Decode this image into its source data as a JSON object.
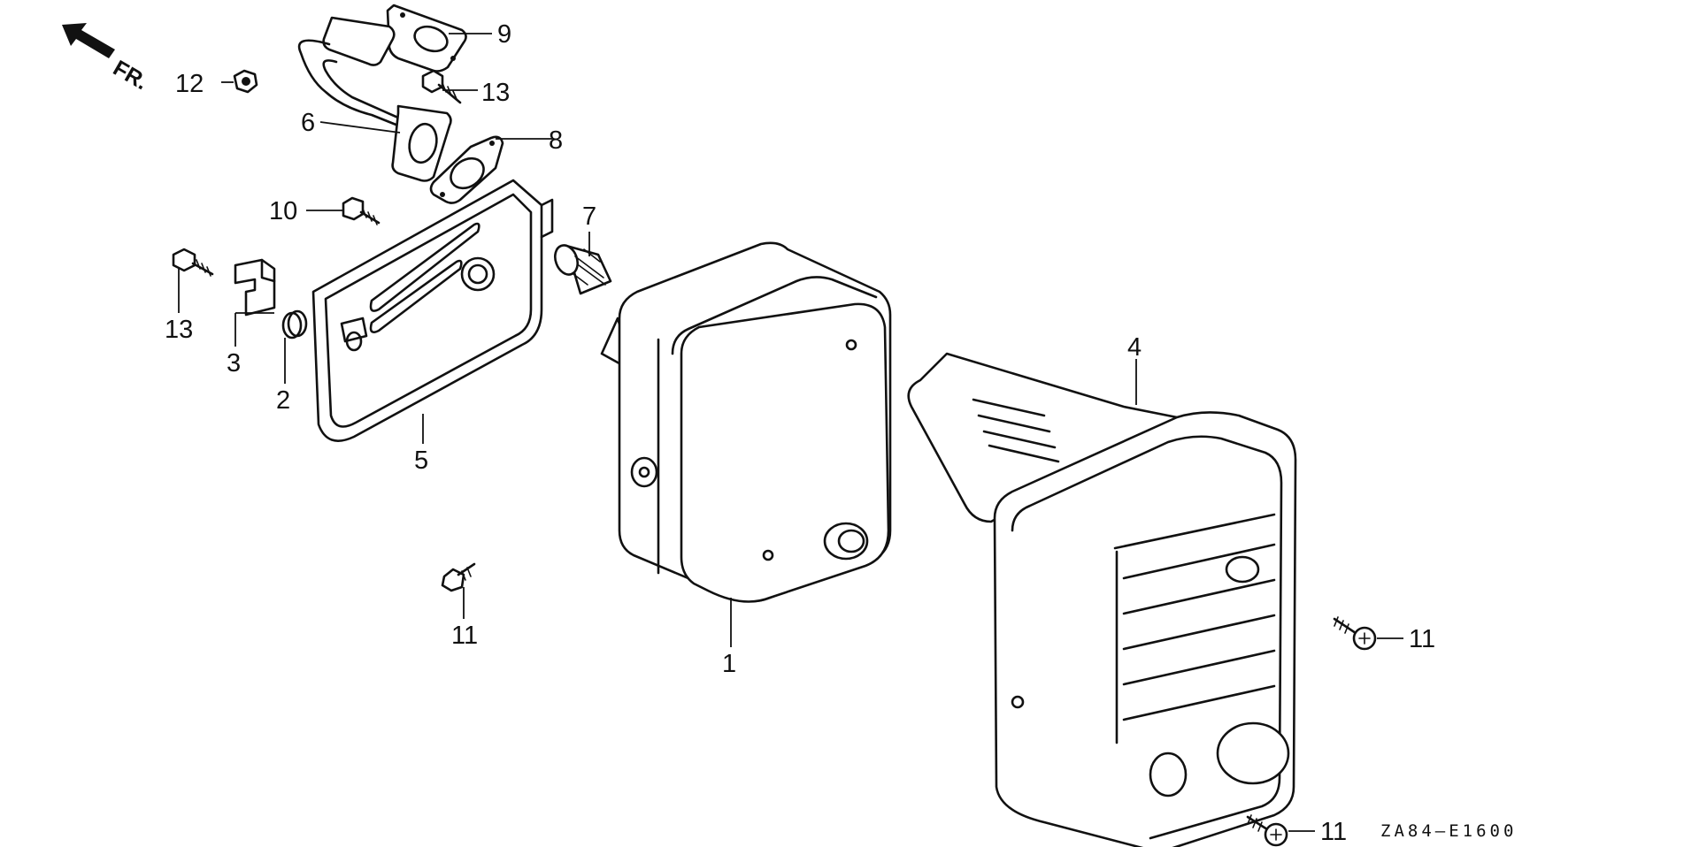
{
  "diagram": {
    "front_indicator": "FR.",
    "drawing_code": "ZA84–E1600",
    "callouts": [
      "1",
      "2",
      "3",
      "4",
      "5",
      "6",
      "7",
      "8",
      "9",
      "10",
      "11",
      "11",
      "11",
      "12",
      "13",
      "13"
    ]
  }
}
